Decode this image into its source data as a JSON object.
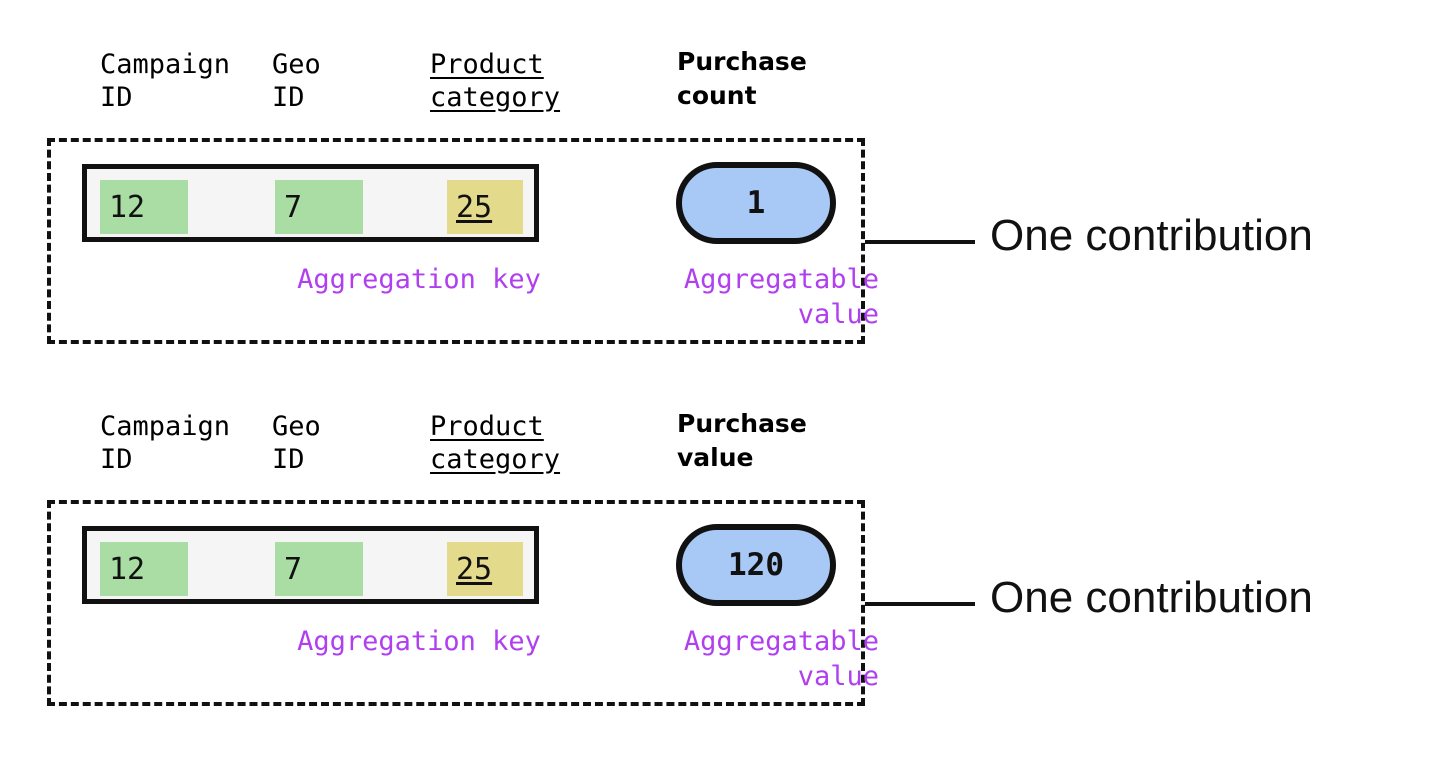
{
  "colors": {
    "key_cell_green": "#a9dda3",
    "key_cell_tan": "#e4da8c",
    "value_pill_blue": "#a8c8f5",
    "annotation_purple": "#b03ff0",
    "outline_black": "#111111",
    "key_row_background": "#f5f5f5"
  },
  "headers": {
    "campaign": "Campaign\nID",
    "geo": "Geo\nID",
    "product": "Product\ncategory"
  },
  "annotations": {
    "aggregation_key": "Aggregation key",
    "aggregatable_value": "Aggregatable\nvalue",
    "one_contribution": "One contribution"
  },
  "contributions": [
    {
      "measure_label": "Purchase\ncount",
      "key": {
        "campaign_id": "12",
        "geo_id": "7",
        "product_category": "25"
      },
      "value": "1"
    },
    {
      "measure_label": "Purchase\nvalue",
      "key": {
        "campaign_id": "12",
        "geo_id": "7",
        "product_category": "25"
      },
      "value": "120"
    }
  ]
}
